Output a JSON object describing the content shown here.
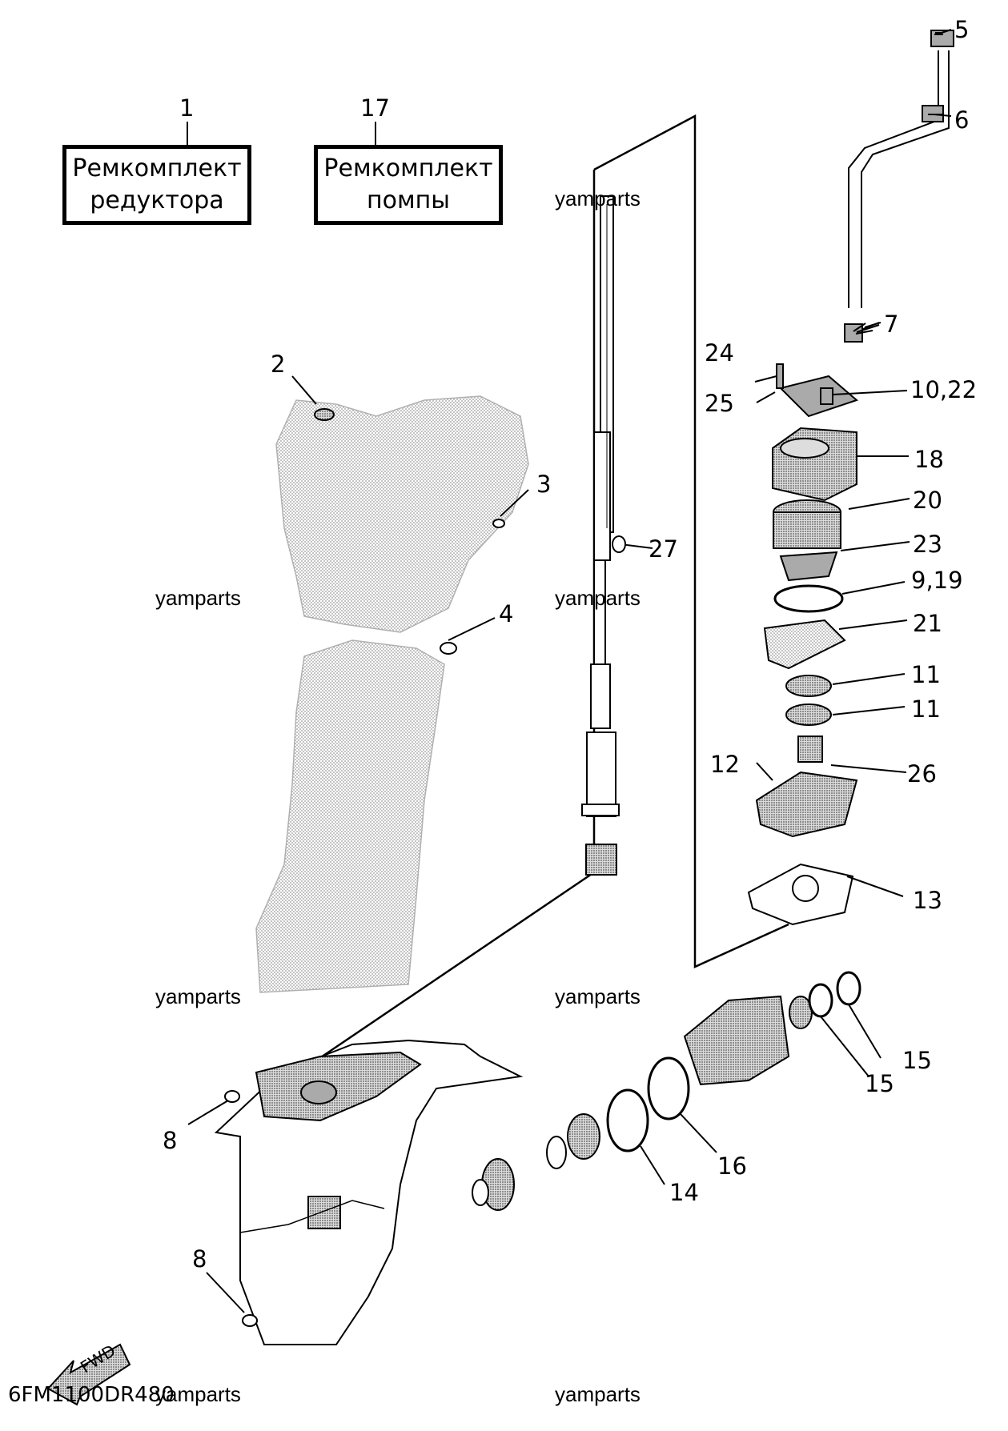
{
  "kits": [
    {
      "number": "1",
      "line1": "Ремкомплект",
      "line2": "редуктора"
    },
    {
      "number": "17",
      "line1": "Ремкомплект",
      "line2": "помпы"
    }
  ],
  "callouts": {
    "p2": "2",
    "p3": "3",
    "p4": "4",
    "p5": "5",
    "p6": "6",
    "p7": "7",
    "p8a": "8",
    "p8b": "8",
    "p9_19": "9,19",
    "p10_22": "10,22",
    "p11a": "11",
    "p11b": "11",
    "p12": "12",
    "p13": "13",
    "p14": "14",
    "p15a": "15",
    "p15b": "15",
    "p16": "16",
    "p18": "18",
    "p20": "20",
    "p21": "21",
    "p23": "23",
    "p24": "24",
    "p25": "25",
    "p26": "26",
    "p27": "27"
  },
  "watermark": "yamparts",
  "diagram_code": "6FM1100DR480",
  "fwd_label": "FWD"
}
